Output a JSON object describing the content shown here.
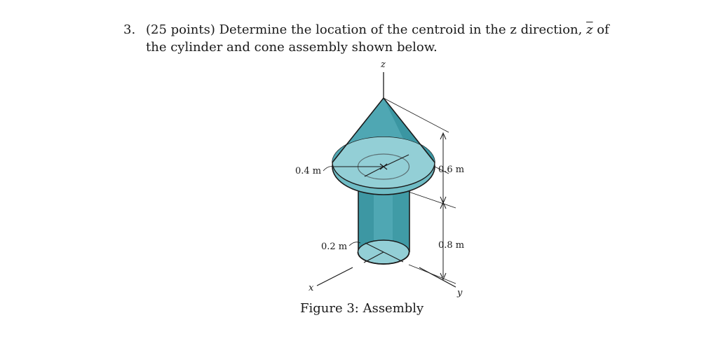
{
  "problem": {
    "number": "3.",
    "text_before": "(25 points) Determine the location of the centroid in the z direction, ",
    "zbar": "z",
    "text_after": " of the cylinder and cone assembly shown below."
  },
  "figure": {
    "axis_z": "z",
    "axis_x": "x",
    "axis_y": "y",
    "label_cone_radius": "0.4 m",
    "label_cyl_radius": "0.2 m",
    "label_cone_height": "0.6 m",
    "label_cyl_height": "0.8 m",
    "caption": "Figure 3: Assembly",
    "colors": {
      "surface_light": "#93cfd6",
      "surface_mid": "#4fa7b3",
      "surface_dark": "#2f8a96",
      "outline": "#1a1a1a"
    }
  }
}
